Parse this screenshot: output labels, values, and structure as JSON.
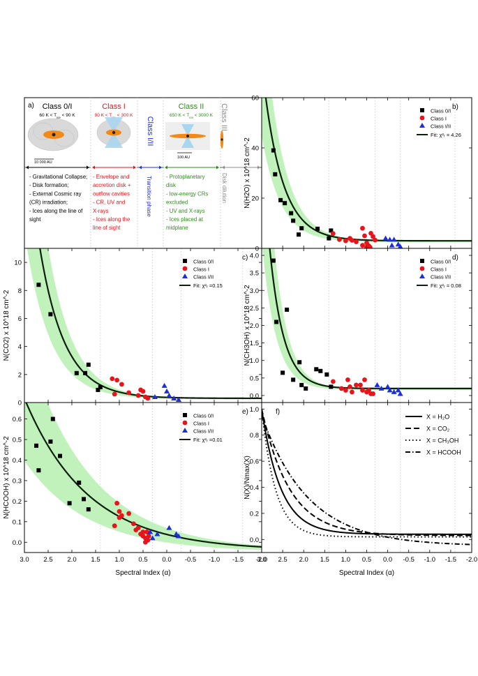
{
  "panel_a": {
    "label": "a)",
    "classes": [
      {
        "title": "Class 0/I",
        "temp": "60 K < T",
        "temp_sub": "ice",
        "temp_tail": " < 90 K",
        "color": "#000000",
        "items": [
          "- Gravitational Collapse;",
          "- Disk formation;",
          "- External Cosmic ray",
          "  (CR) irradiation;",
          "- Ices along the line of",
          "  sight"
        ]
      },
      {
        "title": "Class I",
        "temp": "90 K < T",
        "temp_sub": "ice",
        "temp_tail": " < 300 K",
        "color": "#e8141b",
        "items": [
          "- Envelope and",
          "  accretion disk +",
          "  outflow cavities",
          "- CR, UV and",
          "  X-rays",
          "- Ices along the",
          "  line of sight"
        ]
      },
      {
        "title": "Class I/II",
        "color": "#1f2fd6",
        "items": [
          "Transition phase"
        ]
      },
      {
        "title": "Class II",
        "temp": "650 K < T",
        "temp_sub": "ice",
        "temp_tail": " < 3000 K",
        "color": "#2e8b1e",
        "items": [
          "- Protoplanetary",
          "  disk",
          "- low-energy CRs",
          "  excluded",
          "- UV and X-rays",
          "- Ices placed at",
          "  midplane"
        ]
      },
      {
        "title": "Class III",
        "color": "#8c8c8c",
        "items": [
          "Disk dilution"
        ]
      }
    ],
    "scale_0": "10 000 AU",
    "scale_3": "100 AU"
  },
  "colors": {
    "class0": "#000000",
    "class1": "#e8141b",
    "class12": "#1f2fd6",
    "fit": "#0b1f0b",
    "band": "#b6f0b0"
  },
  "chart_data": [
    {
      "panel": "b)",
      "type": "scatter",
      "ylabel": "N(H2O) x 10^18 cm^-2",
      "ylim": [
        0,
        60
      ],
      "yticks": [
        0,
        20,
        40,
        60
      ],
      "xlim": [
        3.0,
        -2.0
      ],
      "legend": [
        "Class 0/I",
        "Class I",
        "Class I/II"
      ],
      "fit_label": "Fit: χ²ᵣ = 4.26",
      "fit": {
        "A": 70.62,
        "k": 2.2,
        "c": 3.0,
        "band": 0.4
      },
      "series": [
        {
          "name": "Class 0/I",
          "x": [
            2.72,
            2.68,
            2.55,
            2.45,
            2.3,
            2.25,
            2.12,
            2.05,
            1.67,
            1.4,
            1.35
          ],
          "y": [
            39.0,
            29.5,
            19.2,
            18.0,
            14.0,
            11.0,
            5.5,
            8.0,
            7.8,
            4.0,
            7.1
          ]
        },
        {
          "name": "Class I",
          "x": [
            1.3,
            1.15,
            1.0,
            0.9,
            0.85,
            0.75,
            0.6,
            0.55,
            0.5,
            0.45,
            0.42,
            0.4,
            0.35,
            0.3,
            0.6,
            0.5
          ],
          "y": [
            5.9,
            3.5,
            3.0,
            4.0,
            3.2,
            2.6,
            8.0,
            5.0,
            2.2,
            1.0,
            0.4,
            6.0,
            4.7,
            3.3,
            1.2,
            0.5
          ]
        },
        {
          "name": "Class I/II",
          "x": [
            0.05,
            -0.05,
            -0.1,
            -0.15,
            -0.25,
            -0.3
          ],
          "y": [
            4.0,
            3.5,
            1.2,
            3.5,
            1.6,
            0.7
          ]
        }
      ]
    },
    {
      "panel": "c)",
      "type": "scatter",
      "ylabel": "N(CO2) x 10^18 cm^-2",
      "ylim": [
        0,
        11
      ],
      "yticks": [
        0,
        2,
        4,
        6,
        8,
        10
      ],
      "xlim": [
        3.0,
        -2.0
      ],
      "legend": [
        "Class 0/I",
        "Class I",
        "Class I/II"
      ],
      "fit_label": "Fit: χ²ᵣ =0.15",
      "fit": {
        "A": 19.92,
        "k": 1.9,
        "c": 0.3,
        "band": 0.4
      },
      "series": [
        {
          "name": "Class 0/I",
          "x": [
            2.7,
            2.45,
            1.9,
            1.72,
            1.65,
            1.45,
            1.4
          ],
          "y": [
            8.4,
            6.3,
            2.1,
            2.1,
            2.7,
            0.9,
            1.1
          ]
        },
        {
          "name": "Class I",
          "x": [
            1.15,
            1.05,
            0.95,
            1.1,
            0.8,
            0.55,
            0.6,
            0.45,
            0.4,
            0.5
          ],
          "y": [
            1.7,
            1.6,
            1.3,
            0.6,
            0.7,
            0.9,
            0.5,
            0.4,
            0.3,
            0.8
          ]
        },
        {
          "name": "Class I/II",
          "x": [
            0.25,
            0.05,
            0.0,
            -0.05,
            -0.15,
            -0.25
          ],
          "y": [
            0.4,
            1.2,
            0.8,
            0.5,
            0.3,
            0.2
          ]
        }
      ]
    },
    {
      "panel": "d)",
      "type": "scatter",
      "ylabel": "N(CH3OH) x 10^18 cm^-2",
      "ylim": [
        -0.2,
        4.2
      ],
      "yticks": [
        0.0,
        0.5,
        1.0,
        1.5,
        2.0,
        2.5,
        3.0,
        3.5,
        4.0
      ],
      "xlim": [
        3.0,
        -2.0
      ],
      "legend": [
        "Class 0/I",
        "Class I",
        "Class I/II"
      ],
      "fit_label": "Fit: χ²ᵣ = 0.08",
      "fit": {
        "A": 7.1,
        "k": 3.0,
        "c": 0.2,
        "band": 0.4
      },
      "series": [
        {
          "name": "Class 0/I",
          "x": [
            2.72,
            2.65,
            2.4,
            2.25,
            2.1,
            2.05,
            1.95,
            1.7,
            1.6,
            1.35,
            1.45,
            2.5
          ],
          "y": [
            3.85,
            2.1,
            2.45,
            0.45,
            0.95,
            0.3,
            0.2,
            0.75,
            0.7,
            0.25,
            0.6,
            0.65
          ]
        },
        {
          "name": "Class I",
          "x": [
            1.3,
            1.1,
            1.0,
            0.95,
            0.85,
            0.75,
            0.6,
            0.55,
            0.5,
            0.45,
            0.4,
            0.35,
            0.9,
            0.65
          ],
          "y": [
            0.4,
            0.2,
            0.15,
            0.45,
            0.1,
            0.3,
            0.15,
            0.45,
            0.1,
            0.15,
            0.05,
            0.05,
            0.25,
            0.3
          ]
        },
        {
          "name": "Class I/II",
          "x": [
            0.25,
            0.15,
            0.0,
            -0.05,
            -0.15,
            -0.25,
            -0.3
          ],
          "y": [
            0.3,
            0.2,
            0.25,
            0.15,
            0.1,
            0.15,
            0.05
          ]
        }
      ]
    },
    {
      "panel": "e)",
      "type": "scatter",
      "ylabel": "N(HCOOH) x 10^18 cm^-2",
      "ylim": [
        -0.05,
        0.68
      ],
      "yticks": [
        0.0,
        0.1,
        0.2,
        0.3,
        0.4,
        0.5,
        0.6
      ],
      "xlim": [
        3.0,
        -2.0
      ],
      "xticks": [
        3.0,
        2.5,
        2.0,
        1.5,
        1.0,
        0.5,
        0.0,
        -0.5,
        -1.0,
        -1.5,
        -2.0
      ],
      "xlabel": "Spectral Index (α)",
      "legend": [
        "Class 0/I",
        "Class I",
        "Class I/II"
      ],
      "fit_label": "Fit: χ²ᵣ =0.01",
      "fit": {
        "A": 0.74,
        "k": 0.75,
        "c": -0.04,
        "band": 0.4
      },
      "series": [
        {
          "name": "Class 0/I",
          "x": [
            2.75,
            2.7,
            2.45,
            2.4,
            2.25,
            2.05,
            1.85,
            1.75,
            1.65
          ],
          "y": [
            0.47,
            0.35,
            0.49,
            0.6,
            0.42,
            0.19,
            0.29,
            0.21,
            0.16
          ]
        },
        {
          "name": "Class I",
          "x": [
            1.05,
            1.0,
            0.95,
            1.0,
            1.1,
            0.7,
            0.65,
            0.55,
            0.5,
            0.45,
            0.4,
            0.42,
            0.38,
            0.6,
            0.5,
            0.45,
            0.8
          ],
          "y": [
            0.19,
            0.15,
            0.13,
            0.12,
            0.08,
            0.09,
            0.06,
            0.04,
            0.03,
            0.02,
            0.01,
            0.05,
            0.03,
            0.07,
            0.05,
            0.0,
            0.14
          ]
        },
        {
          "name": "Class I/II",
          "x": [
            0.35,
            0.3,
            0.2,
            -0.05,
            -0.2,
            -0.25
          ],
          "y": [
            0.05,
            0.02,
            0.04,
            0.07,
            0.04,
            0.03
          ]
        }
      ]
    },
    {
      "panel": "f)",
      "type": "line",
      "ylabel": "N(X)/Nmax(X)",
      "ylim": [
        -0.1,
        1.05
      ],
      "yticks": [
        0.0,
        0.2,
        0.4,
        0.6,
        0.8,
        1.0
      ],
      "xlim": [
        3.0,
        -2.0
      ],
      "xticks": [
        3.0,
        2.5,
        2.0,
        1.5,
        1.0,
        0.5,
        0.0,
        -0.5,
        -1.0,
        -1.5,
        -2.0
      ],
      "xlabel": "Spectral Index (α)",
      "series": [
        {
          "name": "X = H2O",
          "label": "X = H₂O",
          "A": 0.96,
          "k": 2.2,
          "c": 0.04,
          "dash": ""
        },
        {
          "name": "X = CO2",
          "label": "X = CO₂",
          "A": 0.97,
          "k": 1.5,
          "c": 0.03,
          "dash": "8,4"
        },
        {
          "name": "X = CH3OH",
          "label": "X = CH₃OH",
          "A": 0.98,
          "k": 3.0,
          "c": 0.02,
          "dash": "1.5,3.5"
        },
        {
          "name": "X = HCOOH",
          "label": "X = HCOOH",
          "A": 1.0,
          "k": 0.9,
          "c": -0.05,
          "dash": "7,3,1.5,3"
        }
      ]
    }
  ],
  "xtick_labels": [
    "3.0",
    "2.5",
    "2.0",
    "1.5",
    "1.0",
    "0.5",
    "0.0",
    "-0.5",
    "-1.0",
    "-1.5",
    "-2.0"
  ]
}
